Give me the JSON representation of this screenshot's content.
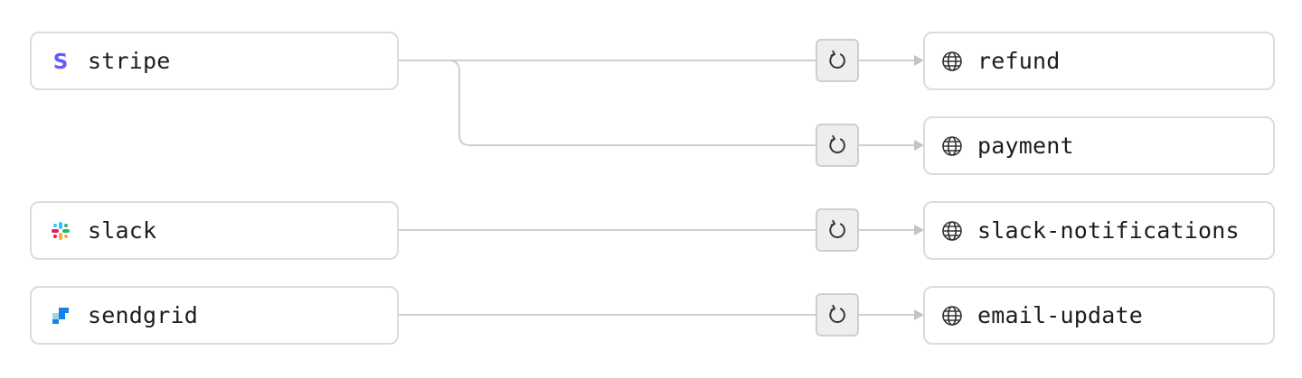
{
  "sources": [
    {
      "id": "stripe",
      "label": "stripe",
      "icon": "stripe-logo-icon",
      "color": "#635bff"
    },
    {
      "id": "slack",
      "label": "slack",
      "icon": "slack-logo-icon"
    },
    {
      "id": "sendgrid",
      "label": "sendgrid",
      "icon": "sendgrid-logo-icon",
      "color": "#1a82e2"
    }
  ],
  "destinations": [
    {
      "label": "refund",
      "icon": "globe-icon"
    },
    {
      "label": "payment",
      "icon": "globe-icon"
    },
    {
      "label": "slack-notifications",
      "icon": "globe-icon"
    },
    {
      "label": "email-update",
      "icon": "globe-icon"
    }
  ],
  "connections": [
    {
      "from": "stripe",
      "to": "refund",
      "via": "retry-icon"
    },
    {
      "from": "stripe",
      "to": "payment",
      "via": "retry-icon"
    },
    {
      "from": "slack",
      "to": "slack-notifications",
      "via": "retry-icon"
    },
    {
      "from": "sendgrid",
      "to": "email-update",
      "via": "retry-icon"
    }
  ],
  "colors": {
    "connector": "#cfcfcf",
    "node_border": "#dcdcdc",
    "retry_background": "#eeeeee",
    "text": "#1c1c1c"
  }
}
